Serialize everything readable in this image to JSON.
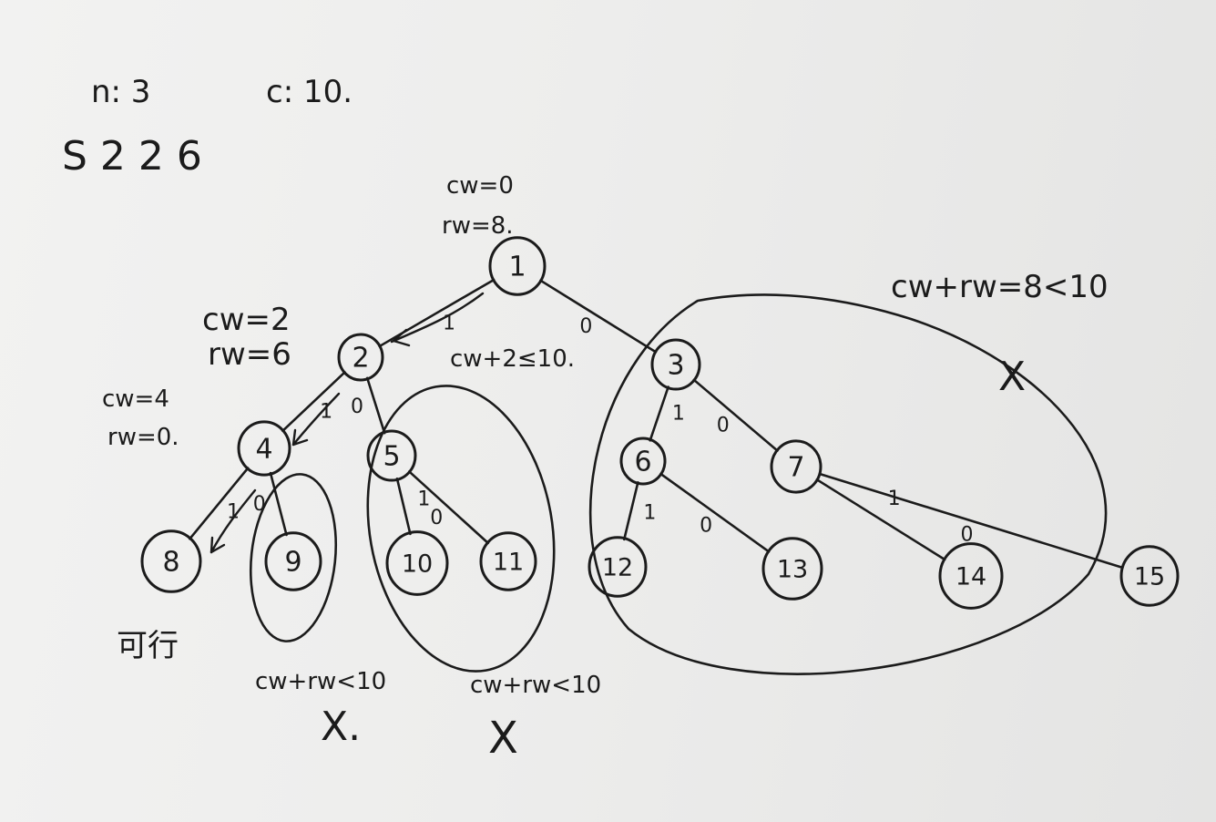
{
  "header": {
    "line1_left": "n: 3",
    "line1_right": "c: 10.",
    "line2": "S  2 2  6"
  },
  "nodes": [
    {
      "id": "1",
      "label": "1"
    },
    {
      "id": "2",
      "label": "2"
    },
    {
      "id": "3",
      "label": "3"
    },
    {
      "id": "4",
      "label": "4"
    },
    {
      "id": "5",
      "label": "5"
    },
    {
      "id": "6",
      "label": "6"
    },
    {
      "id": "7",
      "label": "7"
    },
    {
      "id": "8",
      "label": "8"
    },
    {
      "id": "9",
      "label": "9"
    },
    {
      "id": "10",
      "label": "10"
    },
    {
      "id": "11",
      "label": "11"
    },
    {
      "id": "12",
      "label": "12"
    },
    {
      "id": "13",
      "label": "13"
    },
    {
      "id": "14",
      "label": "14"
    },
    {
      "id": "15",
      "label": "15"
    }
  ],
  "edges": [
    {
      "from": "1",
      "to": "2",
      "label": "1"
    },
    {
      "from": "1",
      "to": "3",
      "label": "0"
    },
    {
      "from": "2",
      "to": "4",
      "label": "1"
    },
    {
      "from": "2",
      "to": "5",
      "label": "0"
    },
    {
      "from": "3",
      "to": "6",
      "label": "1"
    },
    {
      "from": "3",
      "to": "7",
      "label": "0"
    },
    {
      "from": "4",
      "to": "8",
      "label": "1"
    },
    {
      "from": "4",
      "to": "9",
      "label": "0"
    },
    {
      "from": "5",
      "to": "10",
      "label": "1"
    },
    {
      "from": "5",
      "to": "11",
      "label": "0"
    },
    {
      "from": "6",
      "to": "12",
      "label": "1"
    },
    {
      "from": "6",
      "to": "13",
      "label": "0"
    },
    {
      "from": "7",
      "to": "14",
      "label": "1"
    },
    {
      "from": "7",
      "to": "15",
      "label": "0"
    }
  ],
  "annotations": {
    "root_cw": "cw=0",
    "root_rw": "rw=8.",
    "node2_cw": "cw=2",
    "node2_rw": "rw=6",
    "node4_cw": "cw=4",
    "node4_rw": "rw=0.",
    "check_left": "cw+2≤10.",
    "right_prune": "cw+rw=8<10",
    "right_prune_mark": "X",
    "feasible": "可行",
    "prune_9": "cw+rw<10",
    "prune_9_mark": "X.",
    "prune_5": "cw+rw<10",
    "prune_5_mark": "X"
  }
}
